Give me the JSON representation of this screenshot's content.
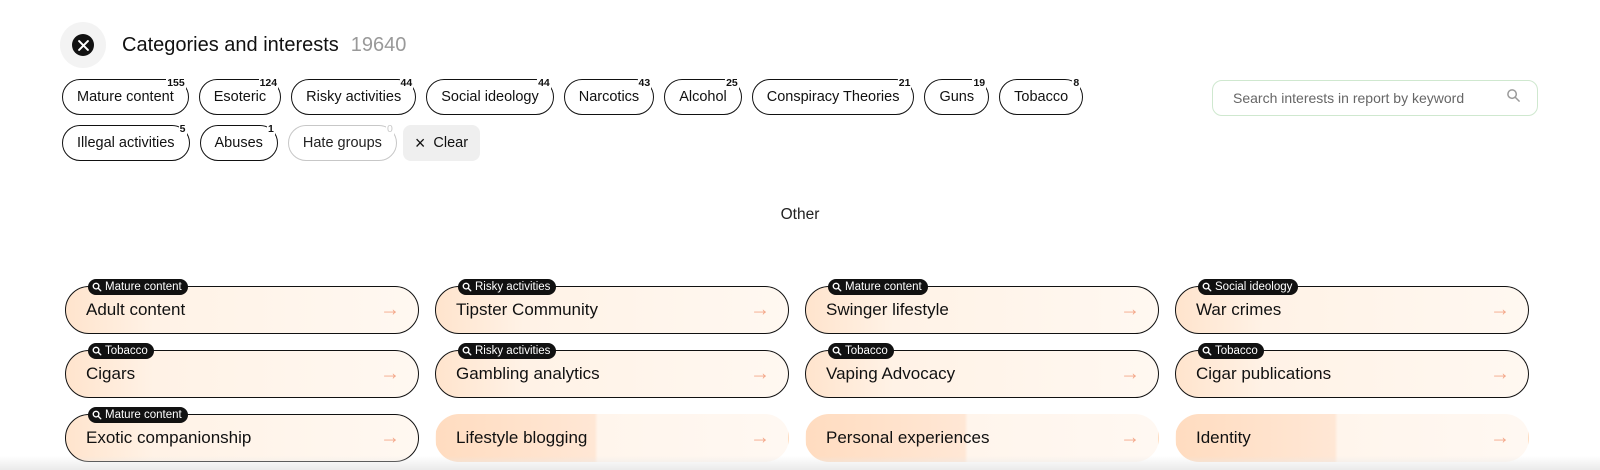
{
  "header": {
    "title": "Categories and interests",
    "count": "19640",
    "icon": "x-logo-icon"
  },
  "filters": {
    "row1": [
      {
        "label": "Mature content",
        "count": "155",
        "active": true
      },
      {
        "label": "Esoteric",
        "count": "124",
        "active": true
      },
      {
        "label": "Risky activities",
        "count": "44",
        "active": true
      },
      {
        "label": "Social ideology",
        "count": "44",
        "active": true
      },
      {
        "label": "Narcotics",
        "count": "43",
        "active": true
      },
      {
        "label": "Alcohol",
        "count": "25",
        "active": true
      },
      {
        "label": "Conspiracy Theories",
        "count": "21",
        "active": true
      },
      {
        "label": "Guns",
        "count": "19",
        "active": true
      },
      {
        "label": "Tobacco",
        "count": "8",
        "active": true
      }
    ],
    "row2": [
      {
        "label": "Illegal activities",
        "count": "5",
        "active": true
      },
      {
        "label": "Abuses",
        "count": "1",
        "active": true
      },
      {
        "label": "Hate groups",
        "count": "0",
        "active": false
      }
    ],
    "clear_label": "Clear"
  },
  "search": {
    "placeholder": "Search interests in report by keyword",
    "value": ""
  },
  "section": {
    "title": "Other"
  },
  "cards": [
    {
      "label": "Adult content",
      "tag": "Mature content",
      "bordered": true
    },
    {
      "label": "Tipster Community",
      "tag": "Risky activities",
      "bordered": true
    },
    {
      "label": "Swinger lifestyle",
      "tag": "Mature content",
      "bordered": true
    },
    {
      "label": "War crimes",
      "tag": "Social ideology",
      "bordered": true
    },
    {
      "label": "Cigars",
      "tag": "Tobacco",
      "bordered": true
    },
    {
      "label": "Gambling analytics",
      "tag": "Risky activities",
      "bordered": true
    },
    {
      "label": "Vaping Advocacy",
      "tag": "Tobacco",
      "bordered": true
    },
    {
      "label": "Cigar publications",
      "tag": "Tobacco",
      "bordered": true
    },
    {
      "label": "Exotic companionship",
      "tag": "Mature content",
      "bordered": true
    },
    {
      "label": "Lifestyle blogging",
      "tag": "",
      "bordered": false
    },
    {
      "label": "Personal experiences",
      "tag": "",
      "bordered": false
    },
    {
      "label": "Identity",
      "tag": "",
      "bordered": false
    }
  ],
  "colors": {
    "accent_border": "#111111",
    "card_fill": "#ffe4cd",
    "arrow": "#f4a88a",
    "search_border": "#cfe8cf"
  }
}
